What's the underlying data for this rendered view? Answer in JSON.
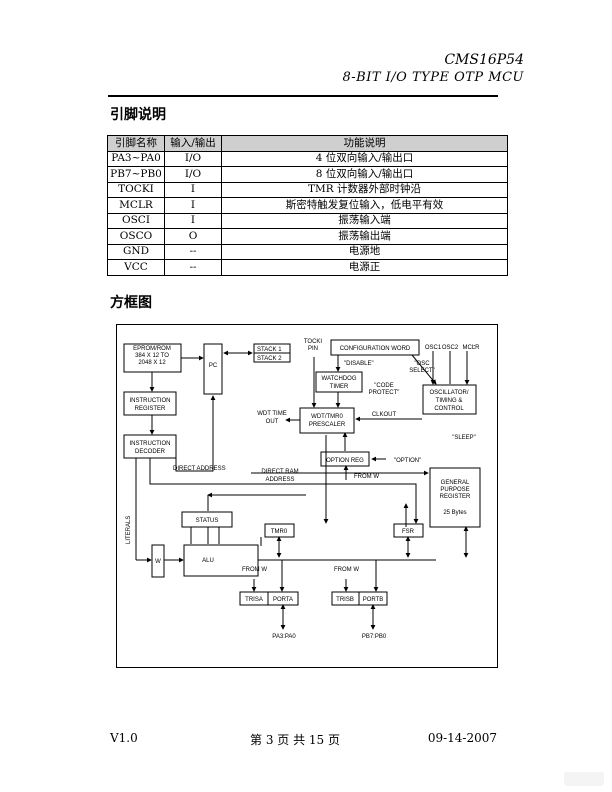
{
  "header": {
    "model": "CMS16P54",
    "subtitle": "8-BIT I/O TYPE OTP MCU"
  },
  "sections": {
    "pin_desc": "引脚说明",
    "block_diagram": "方框图"
  },
  "pin_table": {
    "headers": [
      "引脚名称",
      "输入/输出",
      "功能说明"
    ],
    "rows": [
      [
        "PA3~PA0",
        "I/O",
        "4 位双向输入/输出口"
      ],
      [
        "PB7~PB0",
        "I/O",
        "8 位双向输入/输出口"
      ],
      [
        "TOCKI",
        "I",
        "TMR 计数器外部时钟沿"
      ],
      [
        "MCLR",
        "I",
        "斯密特触发复位输入，低电平有效"
      ],
      [
        "OSCI",
        "I",
        "振荡输入端"
      ],
      [
        "OSCO",
        "O",
        "振荡输出端"
      ],
      [
        "GND",
        "--",
        "电源地"
      ],
      [
        "VCC",
        "--",
        "电源正"
      ]
    ]
  },
  "diagram": {
    "eprom": [
      "EPROM/ROM",
      "384 X 12 TO",
      "2048 X 12"
    ],
    "pc": "PC",
    "stack": [
      "STACK 1",
      "STACK 2"
    ],
    "tocki_pin": [
      "TOCKI",
      "PIN"
    ],
    "config_word": "CONFIGURATION WORD",
    "disable": "\"DISABLE\"",
    "osc_select": [
      "\"OSC",
      "SELECT\""
    ],
    "code_protect": [
      "\"CODE",
      "PROTECT\""
    ],
    "watchdog": [
      "WATCHDOG",
      "TIMER"
    ],
    "osc_pins": [
      "OSC1",
      "OSC2",
      "MCLR"
    ],
    "oscillator": [
      "OSCILLATOR/",
      "TIMING &",
      "CONTROL"
    ],
    "instr_reg": [
      "INSTRUCTION",
      "REGISTER"
    ],
    "wdt_timeout": [
      "WDT TIME",
      "OUT"
    ],
    "wdt_prescaler": [
      "WDT/TMR0",
      "PRESCALER"
    ],
    "clkout": "CLKOUT",
    "sleep": "\"SLEEP\"",
    "instr_decoder": [
      "INSTRUCTION",
      "DECODER"
    ],
    "option_reg": "OPTION REG",
    "option": "\"OPTION\"",
    "direct_address": "DIRECT ADDRESS",
    "direct_ram": [
      "DIRECT RAM",
      "ADDRESS"
    ],
    "from_w_top": "FROM W",
    "gpr": [
      "GENERAL",
      "PURPOSE",
      "REGISTER"
    ],
    "gpr_size": "25   Bytes",
    "literals": "LITERALS",
    "status": "STATUS",
    "tmr0": "TMR0",
    "fsr": "FSR",
    "w": "W",
    "alu": "ALU",
    "from_w_a": "FROM W",
    "from_w_b": "FROM W",
    "trisa": "TRISA",
    "porta": "PORTA",
    "trisb": "TRISB",
    "portb": "PORTB",
    "pa_pins": "PA3:PA0",
    "pb_pins": "PB7:PB0"
  },
  "footer": {
    "version": "V1.0",
    "page": "第  3  页  共  15  页",
    "date": "09-14-2007"
  }
}
